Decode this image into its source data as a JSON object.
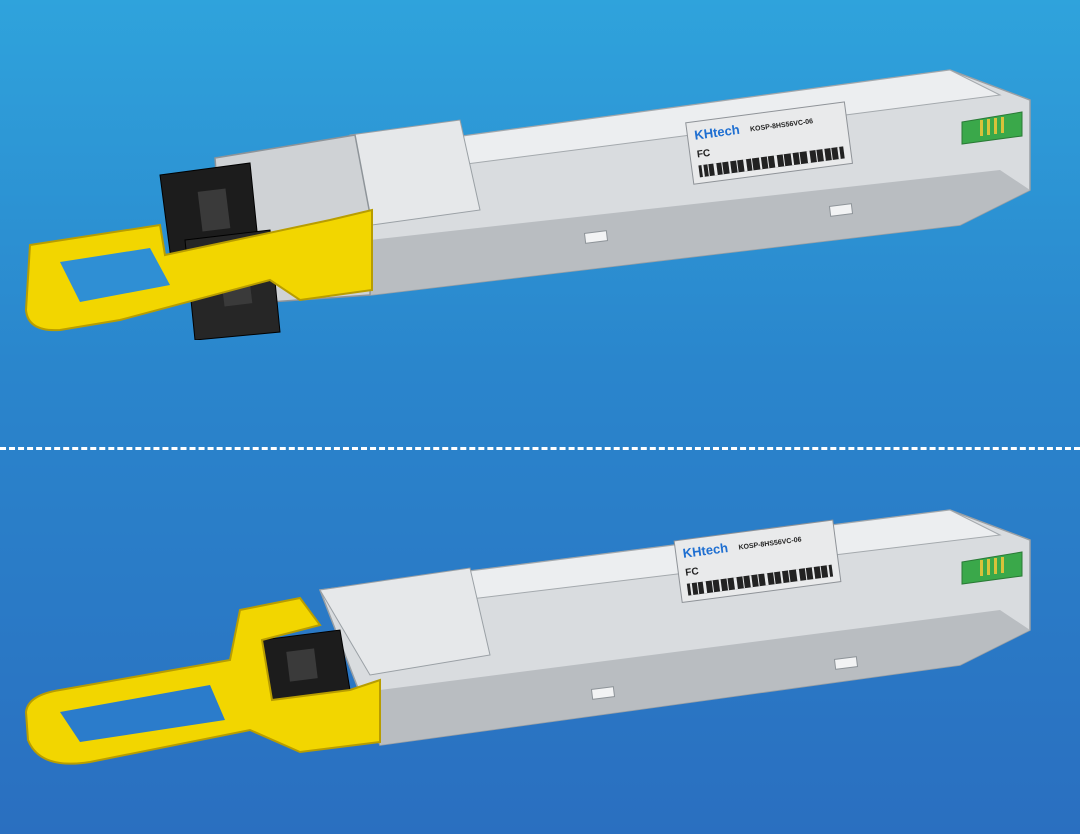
{
  "colors": {
    "background_top": "#2fa3dc",
    "background_bottom": "#2a6fc0",
    "housing": "#d9dcdf",
    "housing_shade": "#b9bdc1",
    "pull_tab": "#f2d600",
    "connector": "#1c1c1c",
    "pcb": "#3aa84a",
    "divider": "#ffffff"
  },
  "modules": [
    {
      "label": {
        "brand": "KHtech",
        "part_number": "KOSP-8HS56VC-06",
        "marks": "FC"
      }
    },
    {
      "label": {
        "brand": "KHtech",
        "part_number": "KOSP-8HS56VC-06",
        "marks": "FC"
      }
    }
  ]
}
